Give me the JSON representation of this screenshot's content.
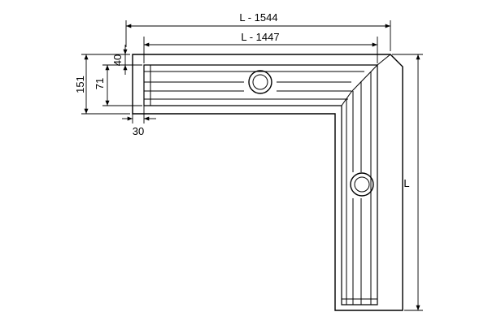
{
  "dimensions": {
    "top_outer": "L - 1544",
    "top_inner": "L - 1447",
    "left_151": "151",
    "left_71": "71",
    "left_40": "40",
    "bottom_30": "30",
    "right_L": "L"
  },
  "colors": {
    "line": "#000000",
    "background": "#ffffff",
    "channel_fill": "#ffffff"
  },
  "icons": {
    "drain_outlet": "drain-outlet-icon"
  }
}
